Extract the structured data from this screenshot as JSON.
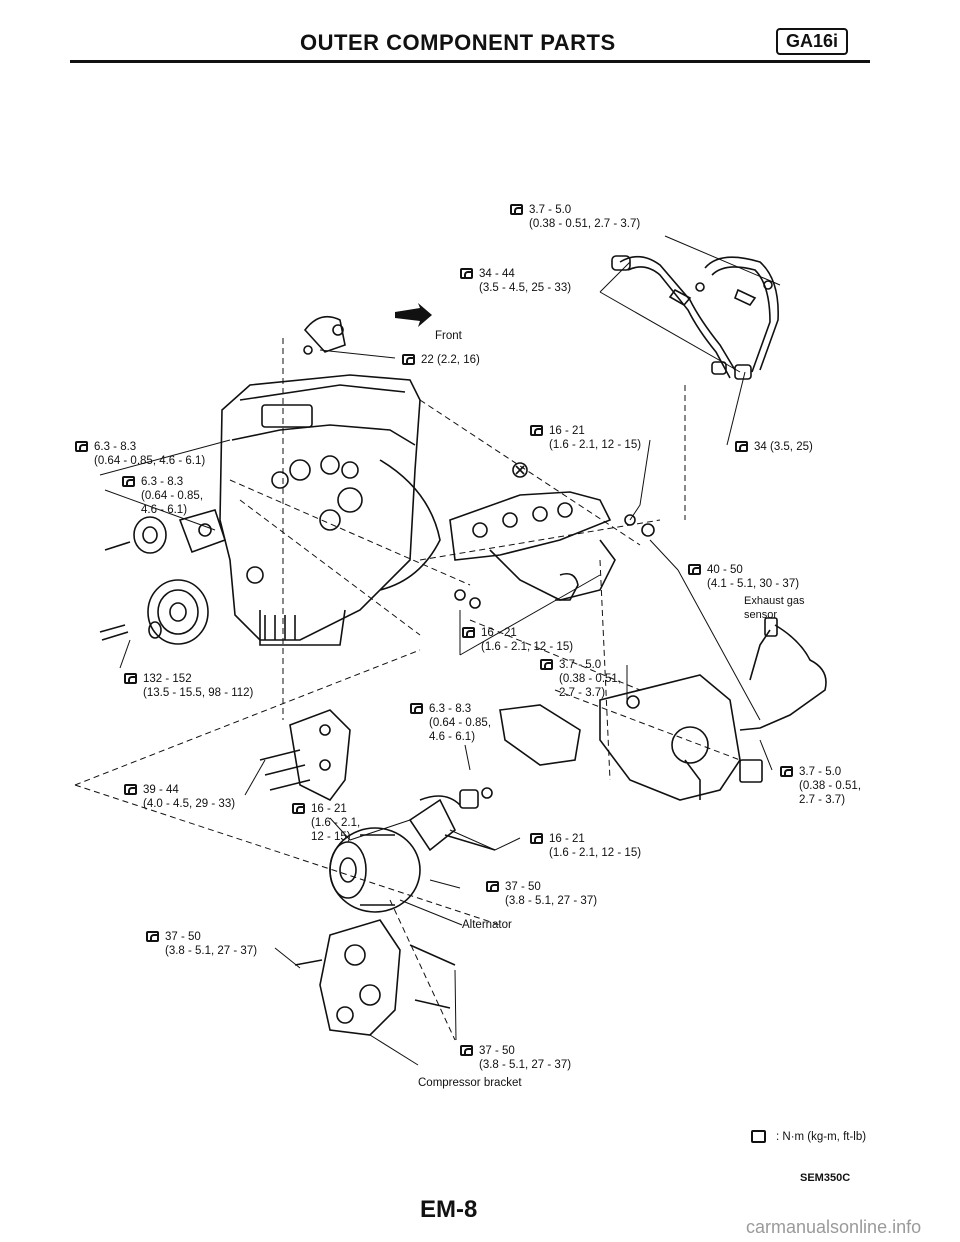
{
  "header": {
    "title": "OUTER COMPONENT PARTS",
    "engine_code": "GA16i"
  },
  "labels": {
    "t_top": [
      "3.7 - 5.0",
      "(0.38 - 0.51, 2.7 - 3.7)"
    ],
    "t_34_44": [
      "34 - 44",
      "(3.5 - 4.5, 25 - 33)"
    ],
    "front": "Front",
    "t_22": "22 (2.2, 16)",
    "t_63_left": [
      "6.3 - 8.3",
      "(0.64 - 0.85, 4.6 - 6.1)"
    ],
    "t_63_left2": [
      "6.3 - 8.3",
      "(0.64 - 0.85,",
      "4.6 - 6.1)"
    ],
    "t_16_upper": [
      "16 - 21",
      "(1.6 - 2.1, 12 - 15)"
    ],
    "t_34_35": "34 (3.5, 25)",
    "t_40_50": [
      "40 - 50",
      "(4.1 - 5.1, 30 - 37)"
    ],
    "exhaust_sensor": [
      "Exhaust gas",
      "sensor"
    ],
    "t_16_mid": [
      "16 - 21",
      "(1.6 - 2.1, 12 - 15)"
    ],
    "t_37_mid": [
      "3.7 - 5.0",
      "(0.38 - 0.51,",
      "2.7 - 3.7)"
    ],
    "t_132": [
      "132 - 152",
      "(13.5 - 15.5, 98 - 112)"
    ],
    "t_63_mid": [
      "6.3 - 8.3",
      "(0.64 - 0.85,",
      "4.6 - 6.1)"
    ],
    "t_37_right": [
      "3.7 - 5.0",
      "(0.38 - 0.51,",
      "2.7 - 3.7)"
    ],
    "t_39_44": [
      "39 - 44",
      "(4.0 - 4.5, 29 - 33)"
    ],
    "t_16_alt": [
      "16 - 21",
      "(1.6 - 2.1,",
      "12 - 15)"
    ],
    "t_16_lower": [
      "16 - 21",
      "(1.6 - 2.1, 12 - 15)"
    ],
    "t_37_alt": [
      "37 - 50",
      "(3.8 - 5.1, 27 - 37)"
    ],
    "alternator": "Alternator",
    "t_37_left": [
      "37 - 50",
      "(3.8 - 5.1, 27 - 37)"
    ],
    "t_37_bottom": [
      "37 - 50",
      "(3.8 - 5.1, 27 - 37)"
    ],
    "compressor_bracket": "Compressor bracket"
  },
  "legend": {
    "text": ": N·m (kg-m, ft-lb)"
  },
  "figure_code": "SEM350C",
  "page_number": "EM-8",
  "watermark": "carmanualsonline.info"
}
